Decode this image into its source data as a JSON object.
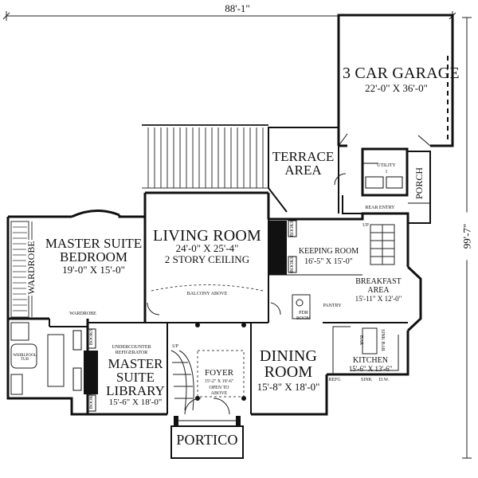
{
  "overall": {
    "width_label": "88'-1\"",
    "depth_label": "99'-7\""
  },
  "rooms": {
    "garage": {
      "name": "3 CAR GARAGE",
      "size": "22'-0\" X 36'-0\""
    },
    "terrace": {
      "line1": "TERRACE",
      "line2": "AREA"
    },
    "utility": {
      "name": "UTILITY",
      "number": "1"
    },
    "porch": {
      "name": "PORCH"
    },
    "rear_entry": {
      "name": "REAR ENTRY"
    },
    "living": {
      "name": "LIVING ROOM",
      "size": "24'-0\" X 25'-4\"",
      "note": "2 STORY CEILING"
    },
    "master_bedroom": {
      "line1": "MASTER SUITE",
      "line2": "BEDROOM",
      "size": "19'-0\" X 15'-0\""
    },
    "wardrobe_main": {
      "name": "WARDROBE"
    },
    "wardrobe_small": {
      "name": "WARDROBE"
    },
    "keeping": {
      "name": "KEEPING ROOM",
      "size": "16'-5\" X 15'-0\""
    },
    "breakfast": {
      "line1": "BREAKFAST",
      "line2": "AREA",
      "size": "15'-11\" X 12'-0\""
    },
    "balcony": {
      "name": "BALCONY ABOVE"
    },
    "pdr": {
      "line1": "PDR",
      "line2": "ROOM"
    },
    "pantry": {
      "name": "PANTRY"
    },
    "library": {
      "line1": "MASTER",
      "line2": "SUITE",
      "line3": "LIBRARY",
      "size": "15'-6\" X 18'-0\""
    },
    "foyer": {
      "name": "FOYER",
      "size": "15'-2\" X 19'-6\"",
      "note1": "OPEN TO",
      "note2": "ABOVE"
    },
    "dining": {
      "line1": "DINING",
      "line2": "ROOM",
      "size": "15'-8\" X 18'-0\""
    },
    "kitchen": {
      "name": "KITCHEN",
      "size": "15'-6\" X 13'-6\""
    },
    "portico": {
      "name": "PORTICO"
    }
  },
  "small_labels": {
    "undercounter_line1": "UNDERCOUNTER",
    "undercounter_line2": "REFIGERATOR",
    "books": "BOOKS",
    "up": "UP",
    "up_rear": "UP",
    "whirlpool": "WHIRLPOOL TUB",
    "refg": "REFG",
    "sink": "SINK",
    "dw": "D.W.",
    "bar": "BAR",
    "sink_bar": "SINK BAR"
  }
}
